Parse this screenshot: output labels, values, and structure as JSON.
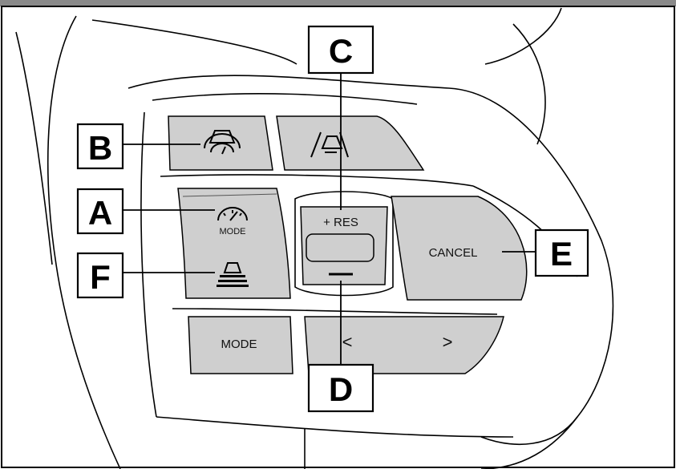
{
  "diagram": {
    "buttons": {
      "mode_small_label": "MODE",
      "res_label": "+ RES",
      "minus_label": "—",
      "cancel_label": "CANCEL",
      "mode_label": "MODE",
      "prev_label": "<",
      "next_label": ">"
    },
    "callouts": [
      {
        "id": "A",
        "label": "A"
      },
      {
        "id": "B",
        "label": "B"
      },
      {
        "id": "C",
        "label": "C"
      },
      {
        "id": "D",
        "label": "D"
      },
      {
        "id": "E",
        "label": "E"
      },
      {
        "id": "F",
        "label": "F"
      }
    ],
    "colors": {
      "button_fill": "#cfcfcf",
      "line": "#000000",
      "background": "#ffffff",
      "top_bar": "#8a8a8a"
    },
    "icons": [
      "radar-cruise-distance-icon",
      "lane-tracing-assist-icon",
      "speedometer-mode-icon",
      "vehicle-distance-icon"
    ]
  }
}
